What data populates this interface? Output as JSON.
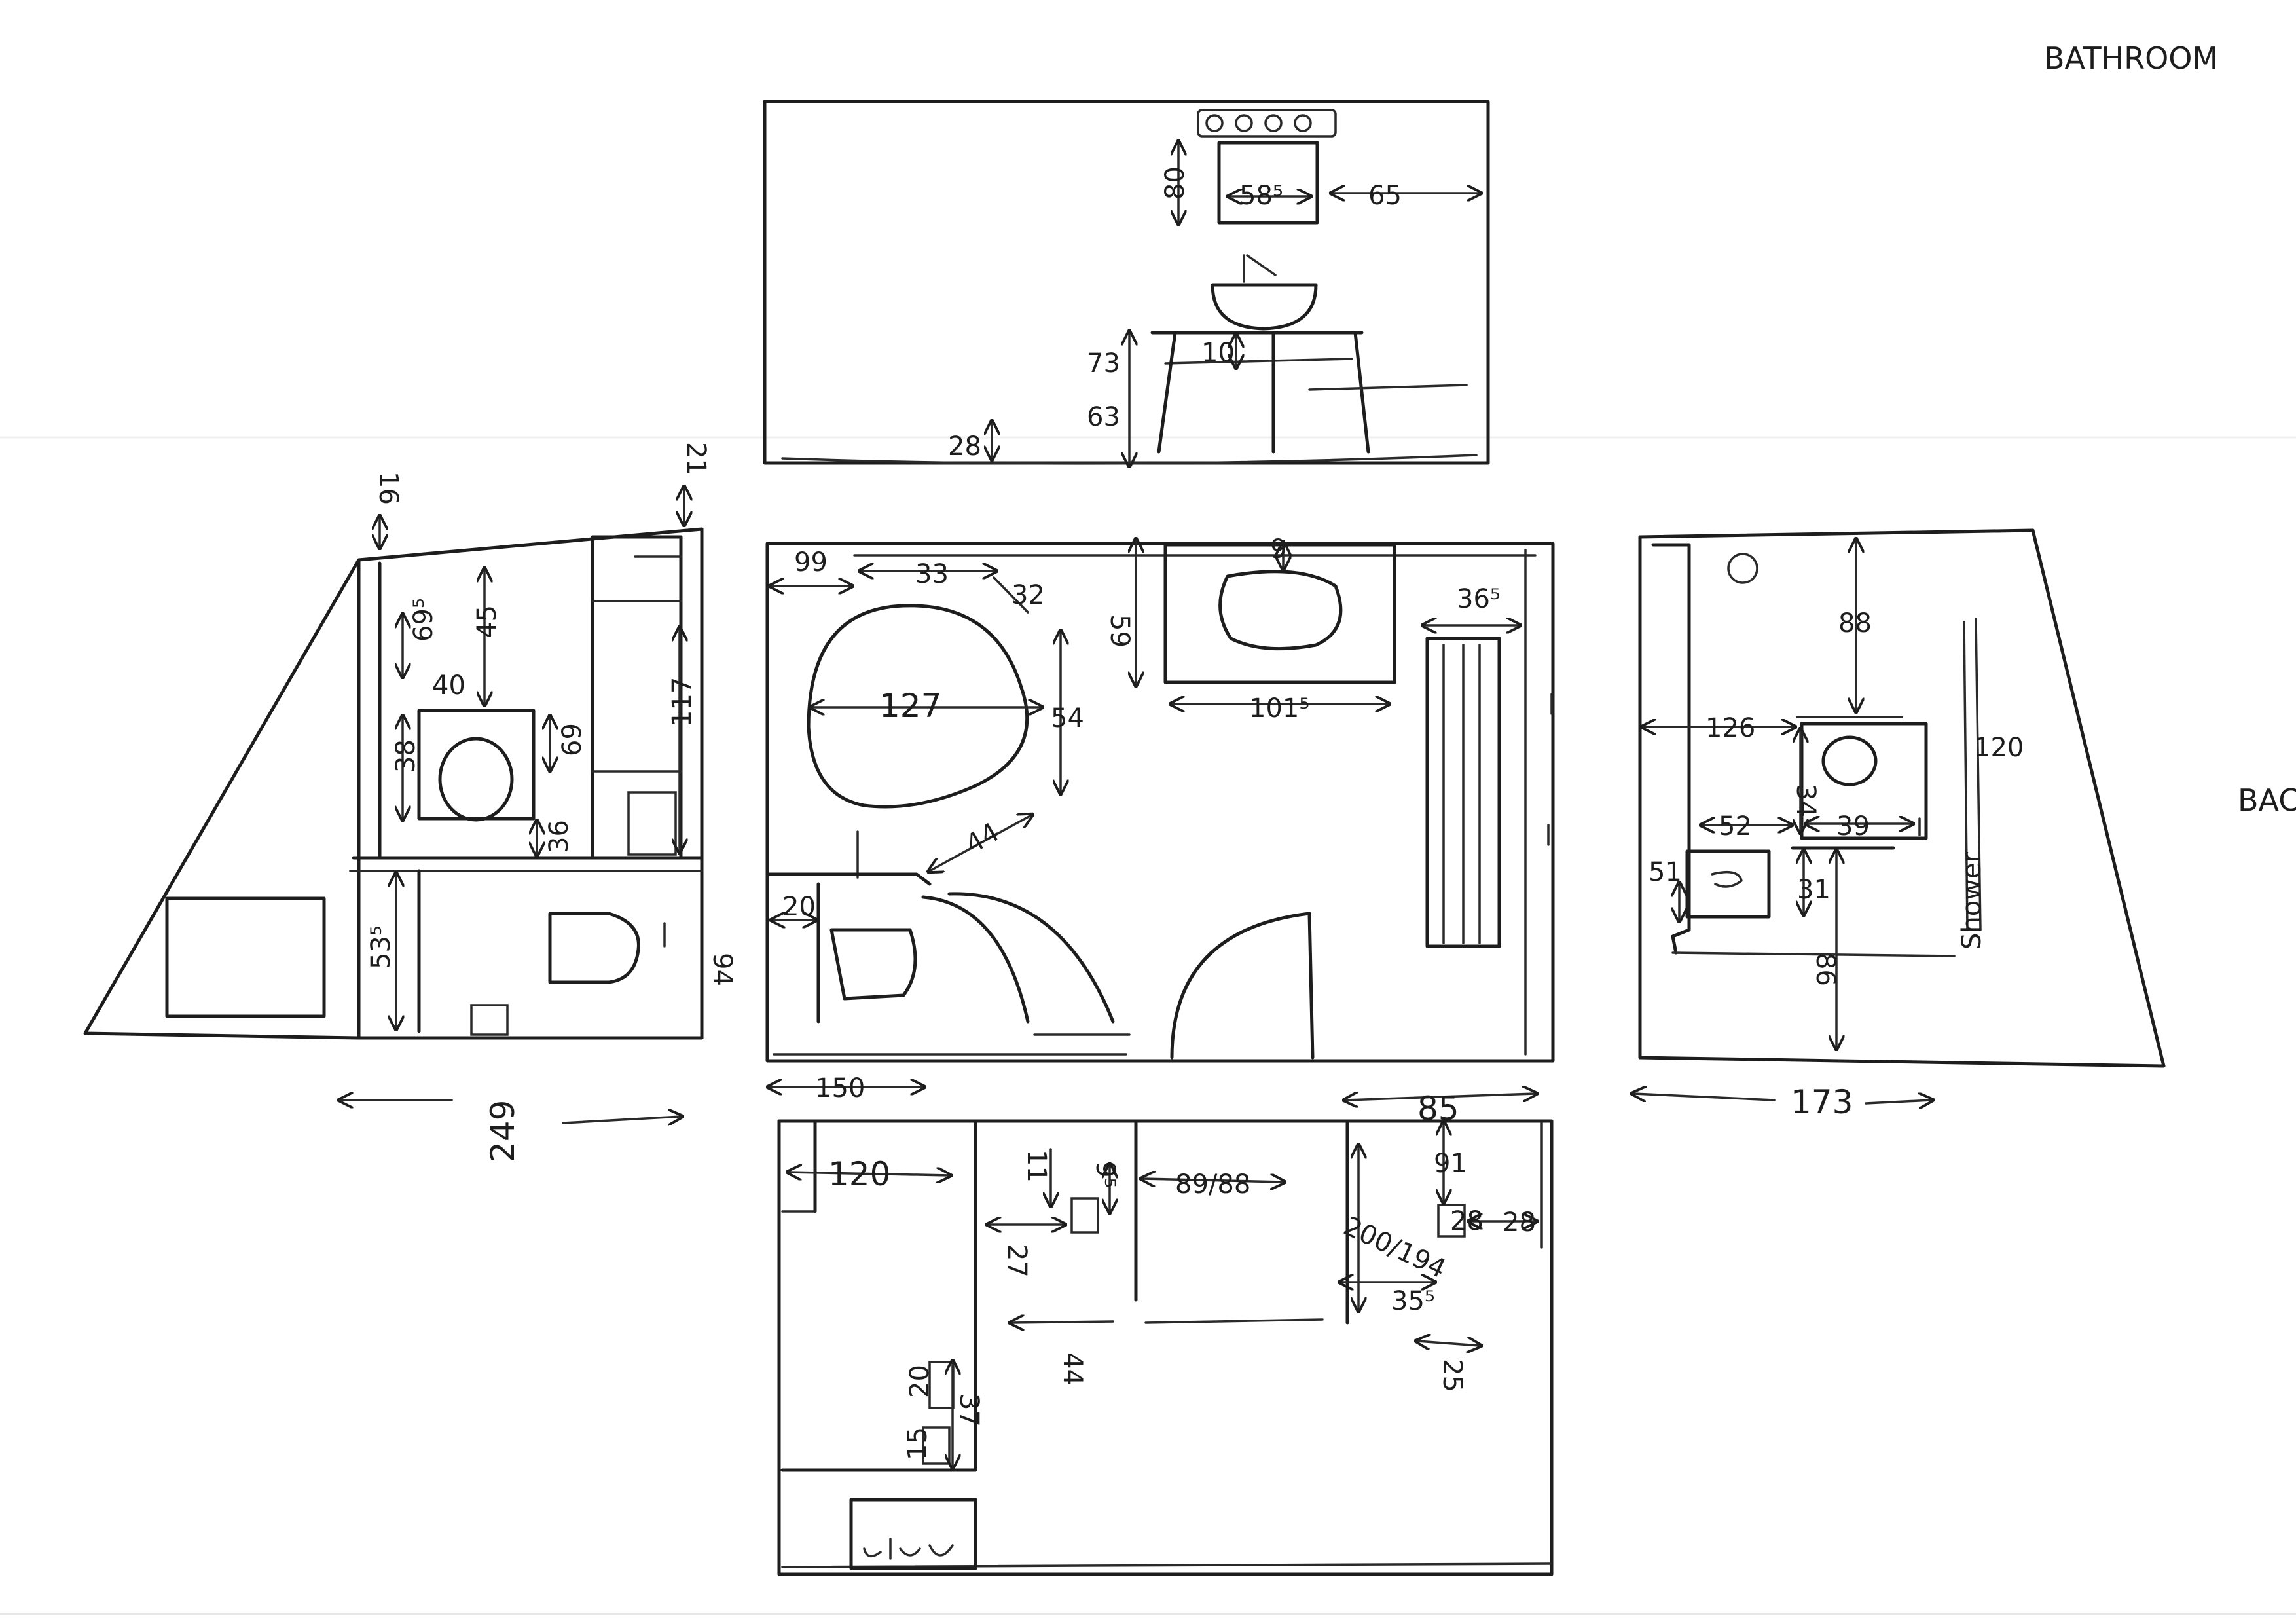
{
  "sheet": {
    "title": "BATHROOM",
    "edge_note": "BAC"
  },
  "elevation_top": {
    "labels": {
      "d80": "80",
      "d585": "58⁵",
      "d65": "65",
      "d10": "10",
      "d73": "73",
      "d63": "63",
      "d28": "28"
    }
  },
  "elevation_left": {
    "labels": {
      "d16": "16",
      "d21": "21",
      "d695": "69⁵",
      "d45": "45",
      "d40": "40",
      "d38": "38",
      "d69": "69",
      "d36": "36",
      "d117": "117",
      "d535": "53⁵",
      "d249": "249"
    }
  },
  "plan_center": {
    "labels": {
      "d99": "99",
      "d33": "33",
      "d32": "32",
      "d59": "59",
      "d91": "9",
      "d365": "36⁵",
      "d127": "127",
      "d54": "54",
      "d1015": "101⁵",
      "d44": "44",
      "d20": "20",
      "d94": "94",
      "d150": "150"
    }
  },
  "elevation_right": {
    "labels": {
      "d88": "88",
      "d126": "126",
      "d120": "120",
      "d34": "34",
      "d52": "52",
      "d39": "39",
      "d51": "51",
      "d31": "31",
      "d86": "86",
      "side_note": "Shower",
      "d173": "173"
    }
  },
  "elevation_bottom": {
    "labels": {
      "d120": "120",
      "d11": "11",
      "d95": "9⁵",
      "d8988": "89/88",
      "d85": "85",
      "d91": "91",
      "d200194": "200/194",
      "d28a": "28",
      "d28b": "28",
      "d27": "27",
      "d355": "35⁵",
      "d44": "44",
      "d25": "25",
      "d20": "20",
      "d37": "37",
      "d15": "15"
    }
  }
}
